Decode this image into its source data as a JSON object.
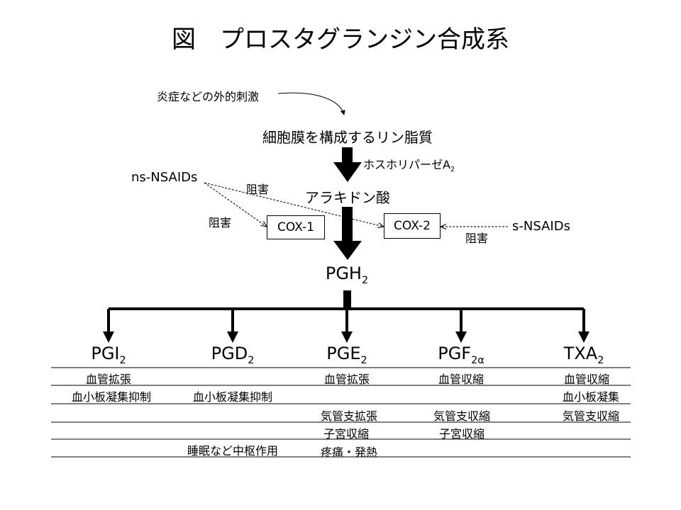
{
  "title": "図　プロスタグランジン合成系",
  "stimulus": "炎症などの外的刺激",
  "membrane": "細胞膜を構成するリン脂質",
  "enzyme": {
    "main": "ホスホリパーゼA",
    "sub": "2"
  },
  "arachidonic": "アラキドン酸",
  "ns_nsaids": "ns-NSAIDs",
  "s_nsaids": "s-NSAIDs",
  "inhibit": "阻害",
  "cox1": "COX-1",
  "cox2": "COX-2",
  "pgh": {
    "main": "PGH",
    "sub": "2"
  },
  "products": [
    {
      "main": "PGI",
      "sub": "2"
    },
    {
      "main": "PGD",
      "sub": "2"
    },
    {
      "main": "PGE",
      "sub": "2"
    },
    {
      "main": "PGF",
      "sub": "2α"
    },
    {
      "main": "TXA",
      "sub": "2"
    }
  ],
  "rows": [
    [
      "血管拡張",
      "",
      "血管拡張",
      "血管収縮",
      "血管収縮"
    ],
    [
      "血小板凝集抑制",
      "血小板凝集抑制",
      "",
      "",
      "血小板凝集"
    ],
    [
      "",
      "",
      "気管支拡張",
      "気管支収縮",
      "気管支収縮"
    ],
    [
      "",
      "",
      "子宮収縮",
      "子宮収縮",
      ""
    ],
    [
      "",
      "睡眠など中枢作用",
      "疼痛・発熱",
      "",
      ""
    ]
  ]
}
